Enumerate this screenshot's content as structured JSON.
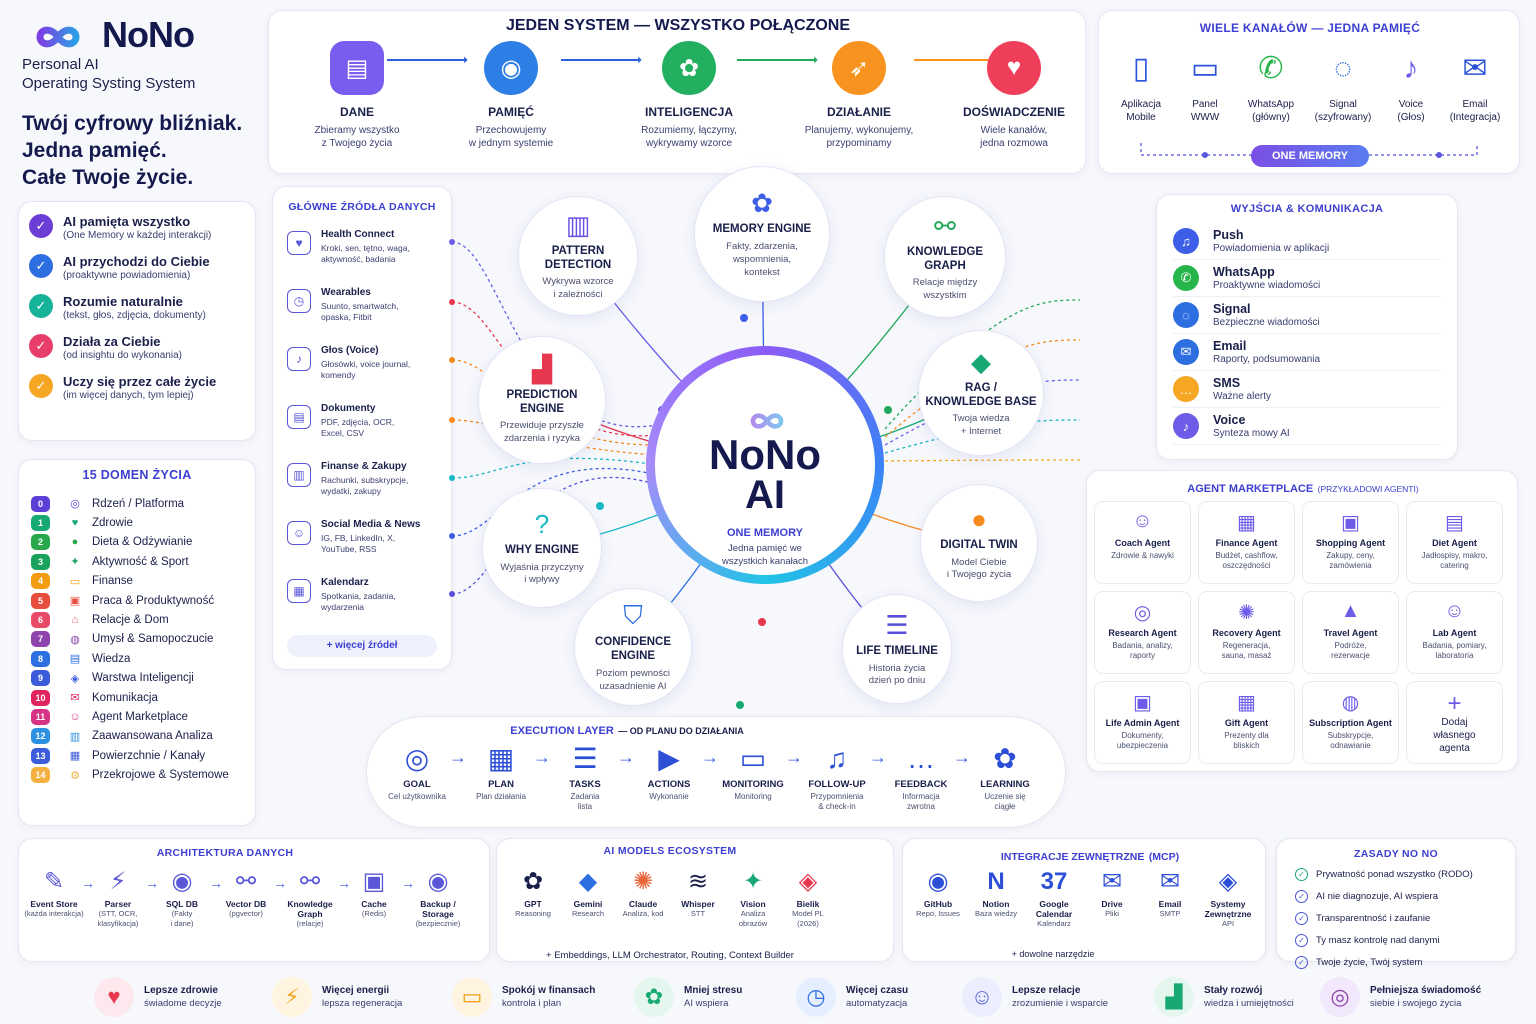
{
  "brand": {
    "name": "NoNo",
    "sub1": "Personal AI",
    "sub2": "Operating Systing System",
    "headline": [
      "Twój cyfrowy bliźniak.",
      "Jedna pamięć.",
      "Całe Twoje życie."
    ]
  },
  "features": [
    {
      "title": "AI pamięta wszystko",
      "desc": "(One Memory w każdej interakcji)",
      "color": "#6b3fd6"
    },
    {
      "title": "AI przychodzi do Ciebie",
      "desc": "(proaktywne powiadomienia)",
      "color": "#2d6fe0"
    },
    {
      "title": "Rozumie naturalnie",
      "desc": "(tekst, głos, zdjęcia, dokumenty)",
      "color": "#16b39a"
    },
    {
      "title": "Działa za Ciebie",
      "desc": "(od insightu do wykonania)",
      "color": "#e83e6c"
    },
    {
      "title": "Uczy się przez całe życie",
      "desc": "(im więcej danych, tym lepiej)",
      "color": "#f5a623"
    }
  ],
  "domains": {
    "title": "15 DOMEN ŻYCIA",
    "items": [
      {
        "n": "0",
        "label": "Rdzeń / Platforma",
        "color": "#5b3fd6",
        "icon": "◎"
      },
      {
        "n": "1",
        "label": "Zdrowie",
        "color": "#18a874",
        "icon": "♥"
      },
      {
        "n": "2",
        "label": "Dieta & Odżywianie",
        "color": "#27a84a",
        "icon": "●"
      },
      {
        "n": "3",
        "label": "Aktywność & Sport",
        "color": "#1aa35d",
        "icon": "✦"
      },
      {
        "n": "4",
        "label": "Finanse",
        "color": "#f39c12",
        "icon": "▭"
      },
      {
        "n": "5",
        "label": "Praca & Produktywność",
        "color": "#e74c3c",
        "icon": "▣"
      },
      {
        "n": "6",
        "label": "Relacje & Dom",
        "color": "#e84a67",
        "icon": "⌂"
      },
      {
        "n": "7",
        "label": "Umysł & Samopoczucie",
        "color": "#8e44ad",
        "icon": "◍"
      },
      {
        "n": "8",
        "label": "Wiedza",
        "color": "#2d6fe0",
        "icon": "▤"
      },
      {
        "n": "9",
        "label": "Warstwa Inteligencji",
        "color": "#3b5bdb",
        "icon": "◈"
      },
      {
        "n": "10",
        "label": "Komunikacja",
        "color": "#e0245e",
        "icon": "✉"
      },
      {
        "n": "11",
        "label": "Agent Marketplace",
        "color": "#d63384",
        "icon": "☺"
      },
      {
        "n": "12",
        "label": "Zaawansowana Analiza",
        "color": "#2d8fe0",
        "icon": "▥"
      },
      {
        "n": "13",
        "label": "Powierzchnie / Kanały",
        "color": "#3b5bdb",
        "icon": "▦"
      },
      {
        "n": "14",
        "label": "Przekrojowe & Systemowe",
        "color": "#f5b041",
        "icon": "⚙"
      }
    ]
  },
  "topflow": {
    "title": "JEDEN SYSTEM — WSZYSTKO POŁĄCZONE",
    "items": [
      {
        "name": "DANE",
        "d1": "Zbieramy wszystko",
        "d2": "z Twojego życia",
        "color": "#7b5cf0",
        "icon": "▤"
      },
      {
        "name": "PAMIĘĆ",
        "d1": "Przechowujemy",
        "d2": "w jednym systemie",
        "color": "#2d7fe6",
        "icon": "◉"
      },
      {
        "name": "INTELIGENCJA",
        "d1": "Rozumiemy, łączymy,",
        "d2": "wykrywamy wzorce",
        "color": "#22b060",
        "icon": "✿"
      },
      {
        "name": "DZIAŁANIE",
        "d1": "Planujemy, wykonujemy,",
        "d2": "przypominamy",
        "color": "#f7931e",
        "icon": "➶"
      },
      {
        "name": "DOŚWIADCZENIE",
        "d1": "Wiele kanałów,",
        "d2": "jedna rozmowa",
        "color": "#ee3e5a",
        "icon": "♥"
      }
    ]
  },
  "channels": {
    "title": "WIELE KANAŁÓW — JEDNA PAMIĘĆ",
    "badge": "ONE MEMORY",
    "items": [
      {
        "l1": "Aplikacja",
        "l2": "Mobile",
        "icon": "▯"
      },
      {
        "l1": "Panel",
        "l2": "WWW",
        "icon": "▭"
      },
      {
        "l1": "WhatsApp",
        "l2": "(główny)",
        "icon": "✆"
      },
      {
        "l1": "Signal",
        "l2": "(szyfrowany)",
        "icon": "◌"
      },
      {
        "l1": "Voice",
        "l2": "(Głos)",
        "icon": "♪"
      },
      {
        "l1": "Email",
        "l2": "(Integracja)",
        "icon": "✉"
      }
    ]
  },
  "sources": {
    "title": "GŁÓWNE ŹRÓDŁA DANYCH",
    "more": "+ więcej źródeł",
    "items": [
      {
        "name": "Health Connect",
        "d1": "Kroki, sen, tętno, waga,",
        "d2": "aktywność, badania",
        "icon": "♥"
      },
      {
        "name": "Wearables",
        "d1": "Suunto, smartwatch,",
        "d2": "opaska, Fitbit",
        "icon": "◷"
      },
      {
        "name": "Głos (Voice)",
        "d1": "Głosówki, voice journal,",
        "d2": "komendy",
        "icon": "♪"
      },
      {
        "name": "Dokumenty",
        "d1": "PDF, zdjęcia, OCR,",
        "d2": "Excel, CSV",
        "icon": "▤"
      },
      {
        "name": "Finanse & Zakupy",
        "d1": "Rachunki, subskrypcje,",
        "d2": "wydatki, zakupy",
        "icon": "▥"
      },
      {
        "name": "Social Media & News",
        "d1": "IG, FB, LinkedIn, X,",
        "d2": "YouTube, RSS",
        "icon": "☺"
      },
      {
        "name": "Kalendarz",
        "d1": "Spotkania, zadania,",
        "d2": "wydarzenia",
        "icon": "▦"
      }
    ]
  },
  "core": {
    "l1": "NoNo",
    "l2": "AI",
    "tag": "ONE MEMORY",
    "d1": "Jedna pamięć we",
    "d2": "wszystkich kanałach"
  },
  "engines": [
    {
      "key": "pattern",
      "name": [
        "PATTERN",
        "DETECTION"
      ],
      "d": [
        "Wykrywa wzorce",
        "i zależności"
      ],
      "icon": "▥",
      "color": "#6b4fe0"
    },
    {
      "key": "memory",
      "name": [
        "MEMORY ENGINE"
      ],
      "d": [
        "Fakty, zdarzenia,",
        "wspomnienia,",
        "kontekst"
      ],
      "icon": "✿",
      "color": "#3d5ee6"
    },
    {
      "key": "kg",
      "name": [
        "KNOWLEDGE",
        "GRAPH"
      ],
      "d": [
        "Relacje między",
        "wszystkim"
      ],
      "icon": "⚯",
      "color": "#22a85a"
    },
    {
      "key": "prediction",
      "name": [
        "PREDICTION",
        "ENGINE"
      ],
      "d": [
        "Przewiduje przyszłe",
        "zdarzenia i ryzyka"
      ],
      "icon": "▟",
      "color": "#e8384f"
    },
    {
      "key": "rag",
      "name": [
        "RAG /",
        "KNOWLEDGE BASE"
      ],
      "d": [
        "Twoja wiedza",
        "+ Internet"
      ],
      "icon": "◆",
      "color": "#18a874"
    },
    {
      "key": "why",
      "name": [
        "WHY ENGINE"
      ],
      "d": [
        "Wyjaśnia przyczyny",
        "i wpływy"
      ],
      "icon": "?",
      "color": "#19b6c4"
    },
    {
      "key": "twin",
      "name": [
        "DIGITAL TWIN"
      ],
      "d": [
        "Model Ciebie",
        "i Twojego życia"
      ],
      "icon": "●",
      "color": "#f58a1f"
    },
    {
      "key": "confidence",
      "name": [
        "CONFIDENCE",
        "ENGINE"
      ],
      "d": [
        "Poziom pewności",
        "uzasadnienie AI"
      ],
      "icon": "⛉",
      "color": "#2d6fe0"
    },
    {
      "key": "timeline",
      "name": [
        "LIFE TIMELINE"
      ],
      "d": [
        "Historia życia",
        "dzień po dniu"
      ],
      "icon": "☰",
      "color": "#5a4fd8"
    }
  ],
  "outputs": {
    "title": "WYJŚCIA & KOMUNIKACJA",
    "items": [
      {
        "name": "Push",
        "d": "Powiadomienia w aplikacji",
        "color": "#3d5ee6",
        "icon": "♫"
      },
      {
        "name": "WhatsApp",
        "d": "Proaktywne wiadomości",
        "color": "#25b54a",
        "icon": "✆"
      },
      {
        "name": "Signal",
        "d": "Bezpieczne wiadomości",
        "color": "#2d6fe0",
        "icon": "◌"
      },
      {
        "name": "Email",
        "d": "Raporty, podsumowania",
        "color": "#2d6fe0",
        "icon": "✉"
      },
      {
        "name": "SMS",
        "d": "Ważne alerty",
        "color": "#f5a623",
        "icon": "…"
      },
      {
        "name": "Voice",
        "d": "Synteza mowy AI",
        "color": "#6c5ce7",
        "icon": "♪"
      }
    ]
  },
  "market": {
    "title": "AGENT MARKETPLACE",
    "sub": "(PRZYKŁADOWI AGENTI)",
    "agents": [
      {
        "name": "Coach Agent",
        "d": [
          "Zdrowie & nawyki"
        ],
        "icon": "☺"
      },
      {
        "name": "Finance Agent",
        "d": [
          "Budżet, cashflow,",
          "oszczędności"
        ],
        "icon": "▦"
      },
      {
        "name": "Shopping Agent",
        "d": [
          "Zakupy, ceny,",
          "zamówienia"
        ],
        "icon": "▣"
      },
      {
        "name": "Diet Agent",
        "d": [
          "Jadłospisy, makro,",
          "catering"
        ],
        "icon": "▤"
      },
      {
        "name": "Research Agent",
        "d": [
          "Badania, analizy,",
          "raporty"
        ],
        "icon": "◎"
      },
      {
        "name": "Recovery Agent",
        "d": [
          "Regeneracja,",
          "sauna, masaż"
        ],
        "icon": "✺"
      },
      {
        "name": "Travel Agent",
        "d": [
          "Podróże,",
          "rezerwacje"
        ],
        "icon": "▲"
      },
      {
        "name": "Lab Agent",
        "d": [
          "Badania, pomiary,",
          "laboratoria"
        ],
        "icon": "☺"
      },
      {
        "name": "Life Admin Agent",
        "d": [
          "Dokumenty,",
          "ubezpieczenia"
        ],
        "icon": "▣"
      },
      {
        "name": "Gift Agent",
        "d": [
          "Prezenty dla",
          "bliskich"
        ],
        "icon": "▦"
      },
      {
        "name": "Subscription Agent",
        "d": [
          "Subskrypcje,",
          "odnawianie"
        ],
        "icon": "◍"
      },
      {
        "name": "",
        "d": [
          "Dodaj",
          "własnego",
          "agenta"
        ],
        "icon": "+"
      }
    ]
  },
  "exec": {
    "title": "EXECUTION LAYER",
    "sub": "— OD PLANU DO DZIAŁANIA",
    "items": [
      {
        "name": "GOAL",
        "d": [
          "Cel użytkownika"
        ],
        "icon": "◎"
      },
      {
        "name": "PLAN",
        "d": [
          "Plan działania"
        ],
        "icon": "▦"
      },
      {
        "name": "TASKS",
        "d": [
          "Zadania",
          "lista"
        ],
        "icon": "☰"
      },
      {
        "name": "ACTIONS",
        "d": [
          "Wykonanie"
        ],
        "icon": "▶"
      },
      {
        "name": "MONITORING",
        "d": [
          "Monitoring"
        ],
        "icon": "▭"
      },
      {
        "name": "FOLLOW-UP",
        "d": [
          "Przypomnienia",
          "& check-in"
        ],
        "icon": "♫"
      },
      {
        "name": "FEEDBACK",
        "d": [
          "Informacja",
          "zwrotna"
        ],
        "icon": "…"
      },
      {
        "name": "LEARNING",
        "d": [
          "Uczenie się",
          "ciągłe"
        ],
        "icon": "✿"
      }
    ]
  },
  "arch": {
    "title": "ARCHITEKTURA DANYCH",
    "items": [
      {
        "name": "Event Store",
        "d": [
          "(każda interakcja)"
        ],
        "icon": "✎"
      },
      {
        "name": "Parser",
        "d": [
          "(STT, OCR,",
          "klasyfikacja)"
        ],
        "icon": "⚡"
      },
      {
        "name": "SQL DB",
        "d": [
          "(Fakty",
          "i dane)"
        ],
        "icon": "◉"
      },
      {
        "name": "Vector DB",
        "d": [
          "(pgvector)"
        ],
        "icon": "⚯"
      },
      {
        "name": "Knowledge Graph",
        "d": [
          "(relacje)"
        ],
        "icon": "⚯"
      },
      {
        "name": "Cache",
        "d": [
          "(Redis)"
        ],
        "icon": "▣"
      },
      {
        "name": "Backup / Storage",
        "d": [
          "(bezpiecznie)"
        ],
        "icon": "◉"
      }
    ]
  },
  "models": {
    "title": "AI MODELS ECOSYSTEM",
    "footer": "+ Embeddings, LLM Orchestrator, Routing, Context Builder",
    "items": [
      {
        "name": "GPT",
        "d": [
          "Reasoning"
        ],
        "icon": "✿",
        "color": "#1a1f4a"
      },
      {
        "name": "Gemini",
        "d": [
          "Research"
        ],
        "icon": "◆",
        "color": "#2d6fe0"
      },
      {
        "name": "Claude",
        "d": [
          "Analiza, kod"
        ],
        "icon": "✺",
        "color": "#e8643a"
      },
      {
        "name": "Whisper",
        "d": [
          "STT"
        ],
        "icon": "≋",
        "color": "#1a1f4a"
      },
      {
        "name": "Vision",
        "d": [
          "Analiza",
          "obrazów"
        ],
        "icon": "✦",
        "color": "#18a874"
      },
      {
        "name": "Bielik",
        "d": [
          "Model PL",
          "(2026)"
        ],
        "icon": "◈",
        "color": "#e8384f"
      }
    ]
  },
  "integrations": {
    "title": "INTEGRACJE ZEWNĘTRZNE",
    "tag": "(MCP)",
    "footer": "+ dowolne narzędzie",
    "items": [
      {
        "name": "GitHub",
        "d": [
          "Repo, Issues"
        ],
        "icon": "◉"
      },
      {
        "name": "Notion",
        "d": [
          "Baza wiedzy"
        ],
        "icon": "N"
      },
      {
        "name": "Google Calendar",
        "d": [
          "Kalendarz"
        ],
        "icon": "37"
      },
      {
        "name": "Drive",
        "d": [
          "Pliki"
        ],
        "icon": "✉"
      },
      {
        "name": "Email",
        "d": [
          "SMTP"
        ],
        "icon": "✉"
      },
      {
        "name": "Systemy Zewnętrzne",
        "d": [
          "API"
        ],
        "icon": "◈"
      }
    ]
  },
  "rules": {
    "title": "ZASADY NO NO",
    "items": [
      "Prywatność ponad wszystko (RODO)",
      "AI nie diagnozuje, AI wspiera",
      "Transparentność i zaufanie",
      "Ty masz kontrolę nad danymi",
      "Twoje życie, Twój system"
    ]
  },
  "benefits": [
    {
      "t": "Lepsze zdrowie",
      "d": "świadome decyzje",
      "icon": "♥",
      "color": "#e8384f",
      "bg": "#fde8ee"
    },
    {
      "t": "Więcej energii",
      "d": "lepsza regeneracja",
      "icon": "⚡",
      "color": "#f5a623",
      "bg": "#fff4df"
    },
    {
      "t": "Spokój w finansach",
      "d": "kontrola i plan",
      "icon": "▭",
      "color": "#f39c12",
      "bg": "#fff4df"
    },
    {
      "t": "Mniej stresu",
      "d": "AI wspiera",
      "icon": "✿",
      "color": "#18a874",
      "bg": "#e3f7ef"
    },
    {
      "t": "Więcej czasu",
      "d": "automatyzacja",
      "icon": "◷",
      "color": "#2d6fe0",
      "bg": "#e6efff"
    },
    {
      "t": "Lepsze relacje",
      "d": "zrozumienie i wsparcie",
      "icon": "☺",
      "color": "#5b6ad6",
      "bg": "#eceefe"
    },
    {
      "t": "Stały rozwój",
      "d": "wiedza i umiejętności",
      "icon": "▟",
      "color": "#18a874",
      "bg": "#e3f7ef"
    },
    {
      "t": "Pełniejsza świadomość",
      "d": "siebie i swojego życia",
      "icon": "◎",
      "color": "#8e44ad",
      "bg": "#f2e8fb"
    }
  ]
}
